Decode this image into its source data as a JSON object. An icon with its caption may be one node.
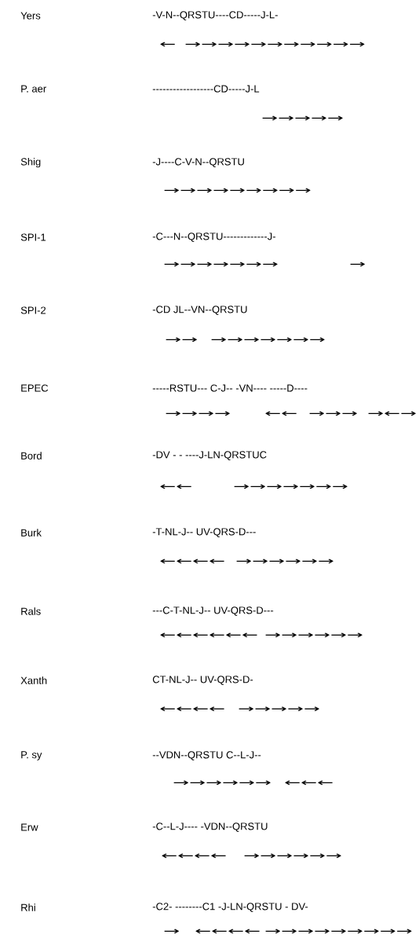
{
  "diagram": {
    "labels": [
      "Yers",
      "-V-N--QRSTU----CD-----J-L-",
      "←",
      "→→→→→→→→→→→",
      "P. aer",
      "------------------CD-----J-L",
      "→→→→→",
      "Shig",
      "-J----C-V-N--QRSTU",
      "→→→→→→→→→",
      "SPI-1",
      "-C---N--QRSTU-------------J-",
      "→→→→→→→",
      "→",
      "SPI-2",
      "-CD JL--VN--QRSTU",
      "→→",
      "→→→→→→→",
      "EPEC",
      "-----RSTU--- C-J-- -VN---- -----D----",
      "→→→→",
      "←←",
      "→→→",
      "→←→",
      "Bord",
      "-DV - - ----J-LN-QRSTUC",
      "←←",
      "→→→→→→→",
      "Burk",
      "-T-NL-J-- UV-QRS-D---",
      "←←←←",
      "→→→→→→",
      "Rals",
      "---C-T-NL-J-- UV-QRS-D---",
      "←←←←←←",
      "→→→→→→",
      "Xanth",
      "CT-NL-J-- UV-QRS-D-",
      "←←←←",
      "→→→→→",
      "P. sy",
      "--VDN--QRSTU C--L-J--",
      "→→→→→→",
      "←←←",
      "Erw",
      "-C--L-J---- -VDN--QRSTU",
      "←←←←",
      "→→→→→→",
      "Rhi",
      "-C2- --------C1 -J-LN-QRSTU - DV-",
      "→",
      "←←←←",
      "→→→→→→→→→"
    ]
  }
}
